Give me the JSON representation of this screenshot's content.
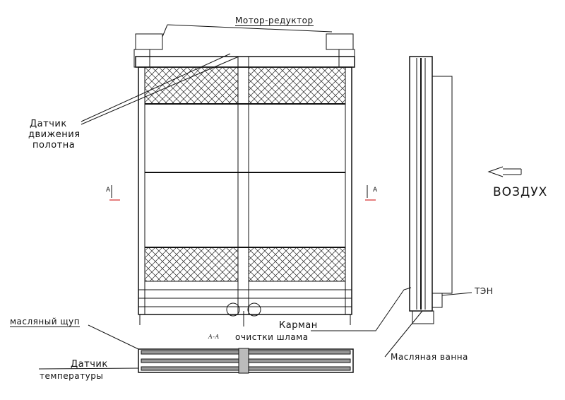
{
  "labels": {
    "motor": "Мотор-редуктор",
    "sensor_line1": "Датчик",
    "sensor_line2": "движения",
    "sensor_line3": "полотна",
    "section_left": "A",
    "section_right": "A",
    "air": "ВОЗДУХ",
    "heater": "ТЭН",
    "dipstick": "масляный щуп",
    "pocket_line1": "Карман",
    "pocket_line2": "очистки шлама",
    "section_view": "A-A",
    "oil_bath": "Масляная ванна",
    "temp_line1": "Датчик",
    "temp_line2": "температуры"
  }
}
